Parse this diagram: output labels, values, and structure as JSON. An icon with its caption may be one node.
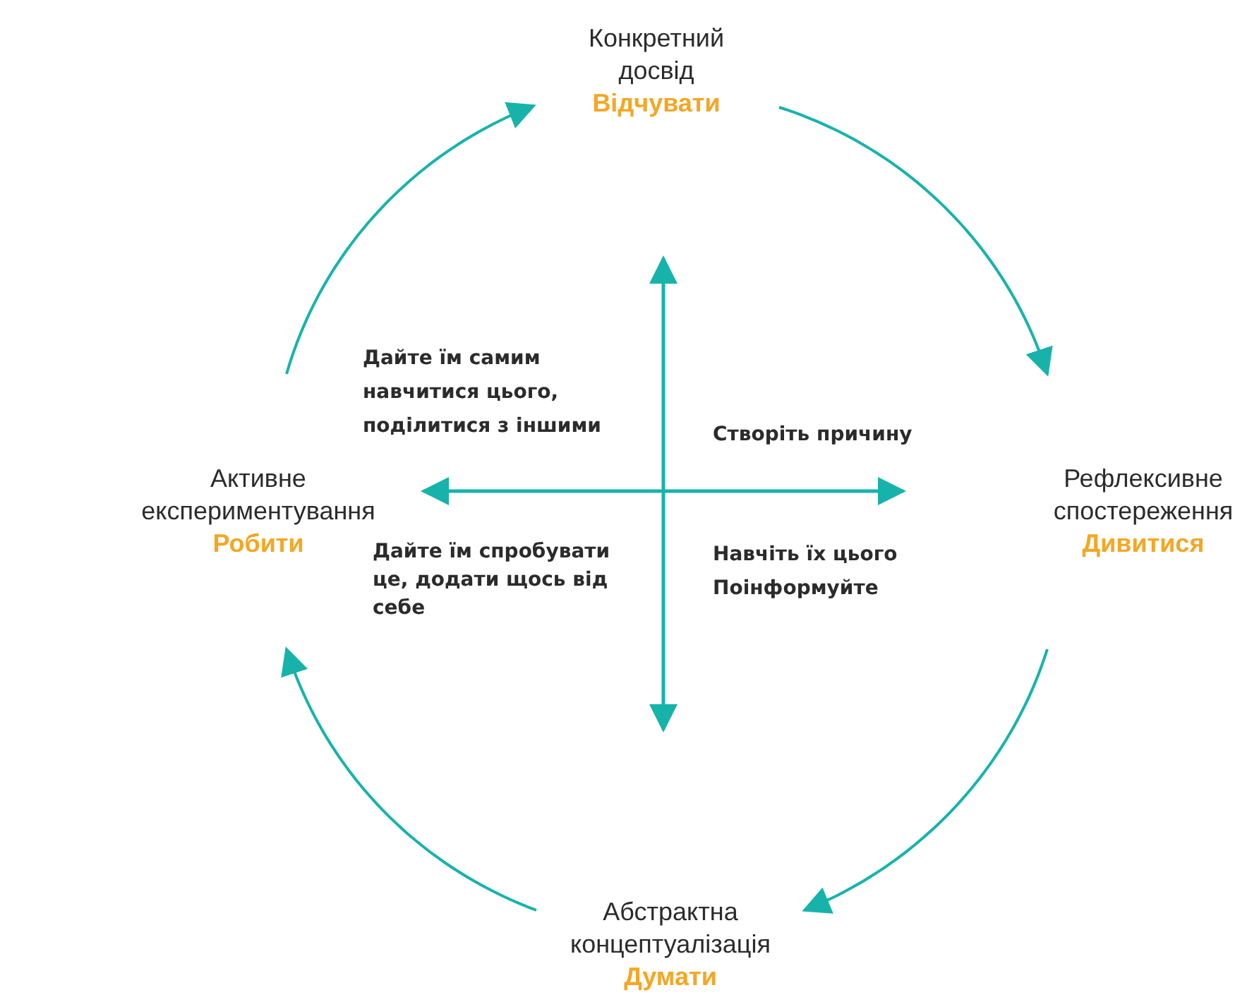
{
  "diagram": {
    "nodes": [
      {
        "text": [
          "Конкретний досвід",
          "Відчувати"
        ]
      },
      {
        "text": [
          "Рефлексивне спостереження",
          "Дивитися"
        ]
      },
      {
        "text": [
          "Абстрактна концептуалізація",
          "Думати"
        ]
      },
      {
        "text": [
          "Активне експериментування",
          "Робити"
        ]
      }
    ],
    "edges": [
      {
        "from": 0,
        "to": 1,
        "arrow": "to"
      },
      {
        "from": 1,
        "to": 2,
        "arrow": "to"
      },
      {
        "from": 2,
        "to": 3,
        "arrow": "to"
      },
      {
        "from": 3,
        "to": 0,
        "arrow": "to"
      }
    ],
    "labels": [
      "Дайте їм самим навчитися цього, поділитися з іншими",
      "Створіть причину",
      "Дайте їм спробувати це, додати щось від себе",
      "Навчіть їх цього",
      "Поінформуйте"
    ]
  }
}
